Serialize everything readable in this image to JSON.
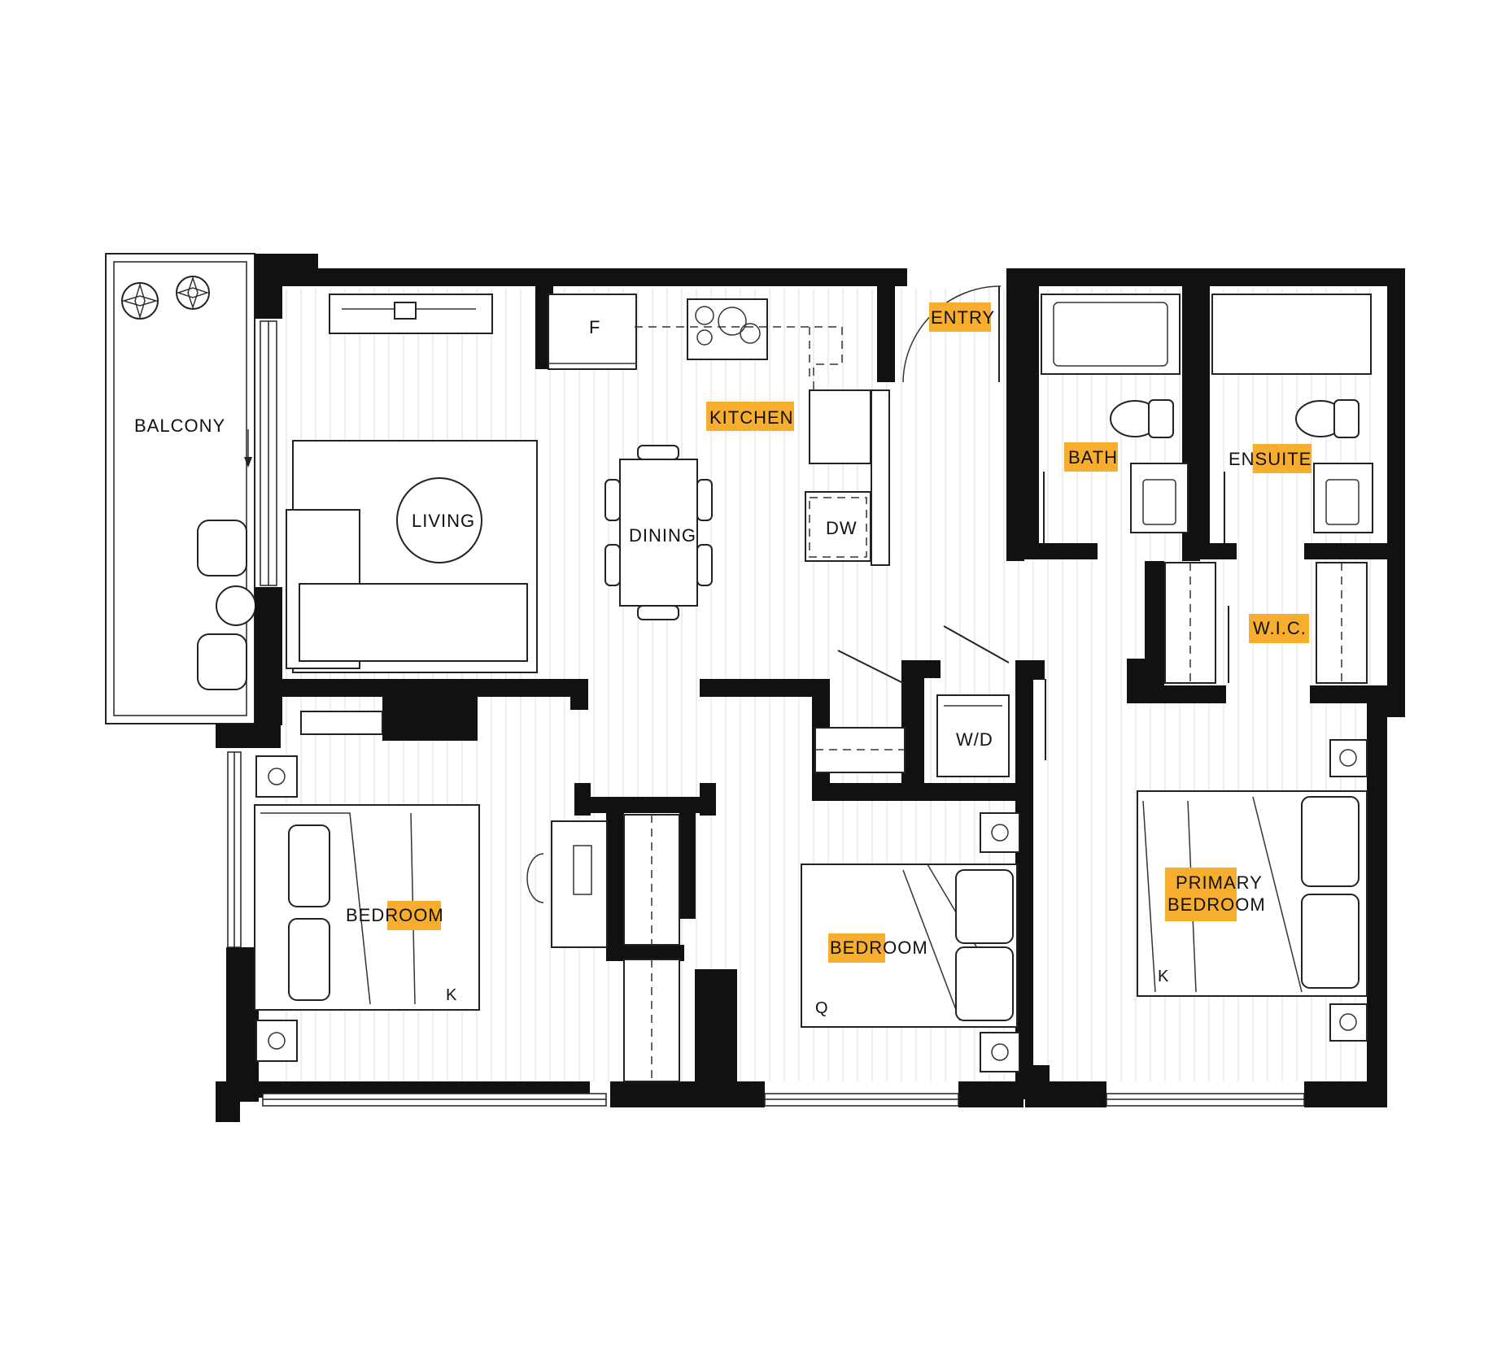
{
  "plan": {
    "accent_color": "#F7AE2E",
    "wall_color": "#111111",
    "rooms": {
      "balcony": "BALCONY",
      "living": "LIVING",
      "kitchen": "KITCHEN",
      "dining": "DINING",
      "entry": "ENTRY",
      "bath": "BATH",
      "ensuite": "ENSUITE",
      "wic": "W.I.C.",
      "bedroom_1": "BEDROOM",
      "bedroom_2": "BEDROOM",
      "primary_line1": "PRIMARY",
      "primary_line2": "BEDROOM"
    },
    "fixtures": {
      "fridge": "F",
      "dishwasher": "DW",
      "washer_dryer": "W/D"
    },
    "bed_sizes": {
      "bedroom_1": "K",
      "bedroom_2": "Q",
      "primary": "K"
    }
  }
}
